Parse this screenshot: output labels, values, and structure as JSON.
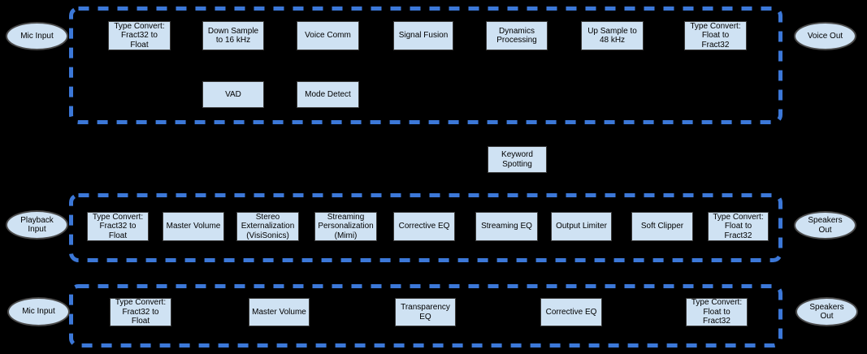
{
  "colors": {
    "background": "#000000",
    "dashed_outline": "#3c78d8",
    "node_fill": "#cfe2f3",
    "node_border": "#3c3c3c",
    "text": "#000000"
  },
  "pipelines": [
    {
      "input": "Mic Input",
      "output": "Voice Out",
      "blocks": [
        "Type Convert:\nFract32 to\nFloat",
        "Down Sample\nto 16 kHz",
        "Voice Comm",
        "Signal Fusion",
        "Dynamics\nProcessing",
        "Up Sample to\n48 kHz",
        "Type Convert:\nFloat to\nFract32"
      ],
      "secondary_blocks": [
        "VAD",
        "Mode Detect"
      ]
    },
    {
      "input": "Playback\nInput",
      "output": "Speakers\nOut",
      "blocks": [
        "Type Convert:\nFract32 to\nFloat",
        "Master Volume",
        "Stereo\nExternalization\n(VisiSonics)",
        "Streaming\nPersonalization\n(Mimi)",
        "Corrective EQ",
        "Streaming EQ",
        "Output Limiter",
        "Soft Clipper",
        "Type Convert:\nFloat to\nFract32"
      ]
    },
    {
      "input": "Mic Input",
      "output": "Speakers\nOut",
      "blocks": [
        "Type Convert:\nFract32 to\nFloat",
        "Master Volume",
        "Transparency\nEQ",
        "Corrective EQ",
        "Type Convert:\nFloat to\nFract32"
      ]
    }
  ],
  "standalone_block": "Keyword\nSpotting"
}
